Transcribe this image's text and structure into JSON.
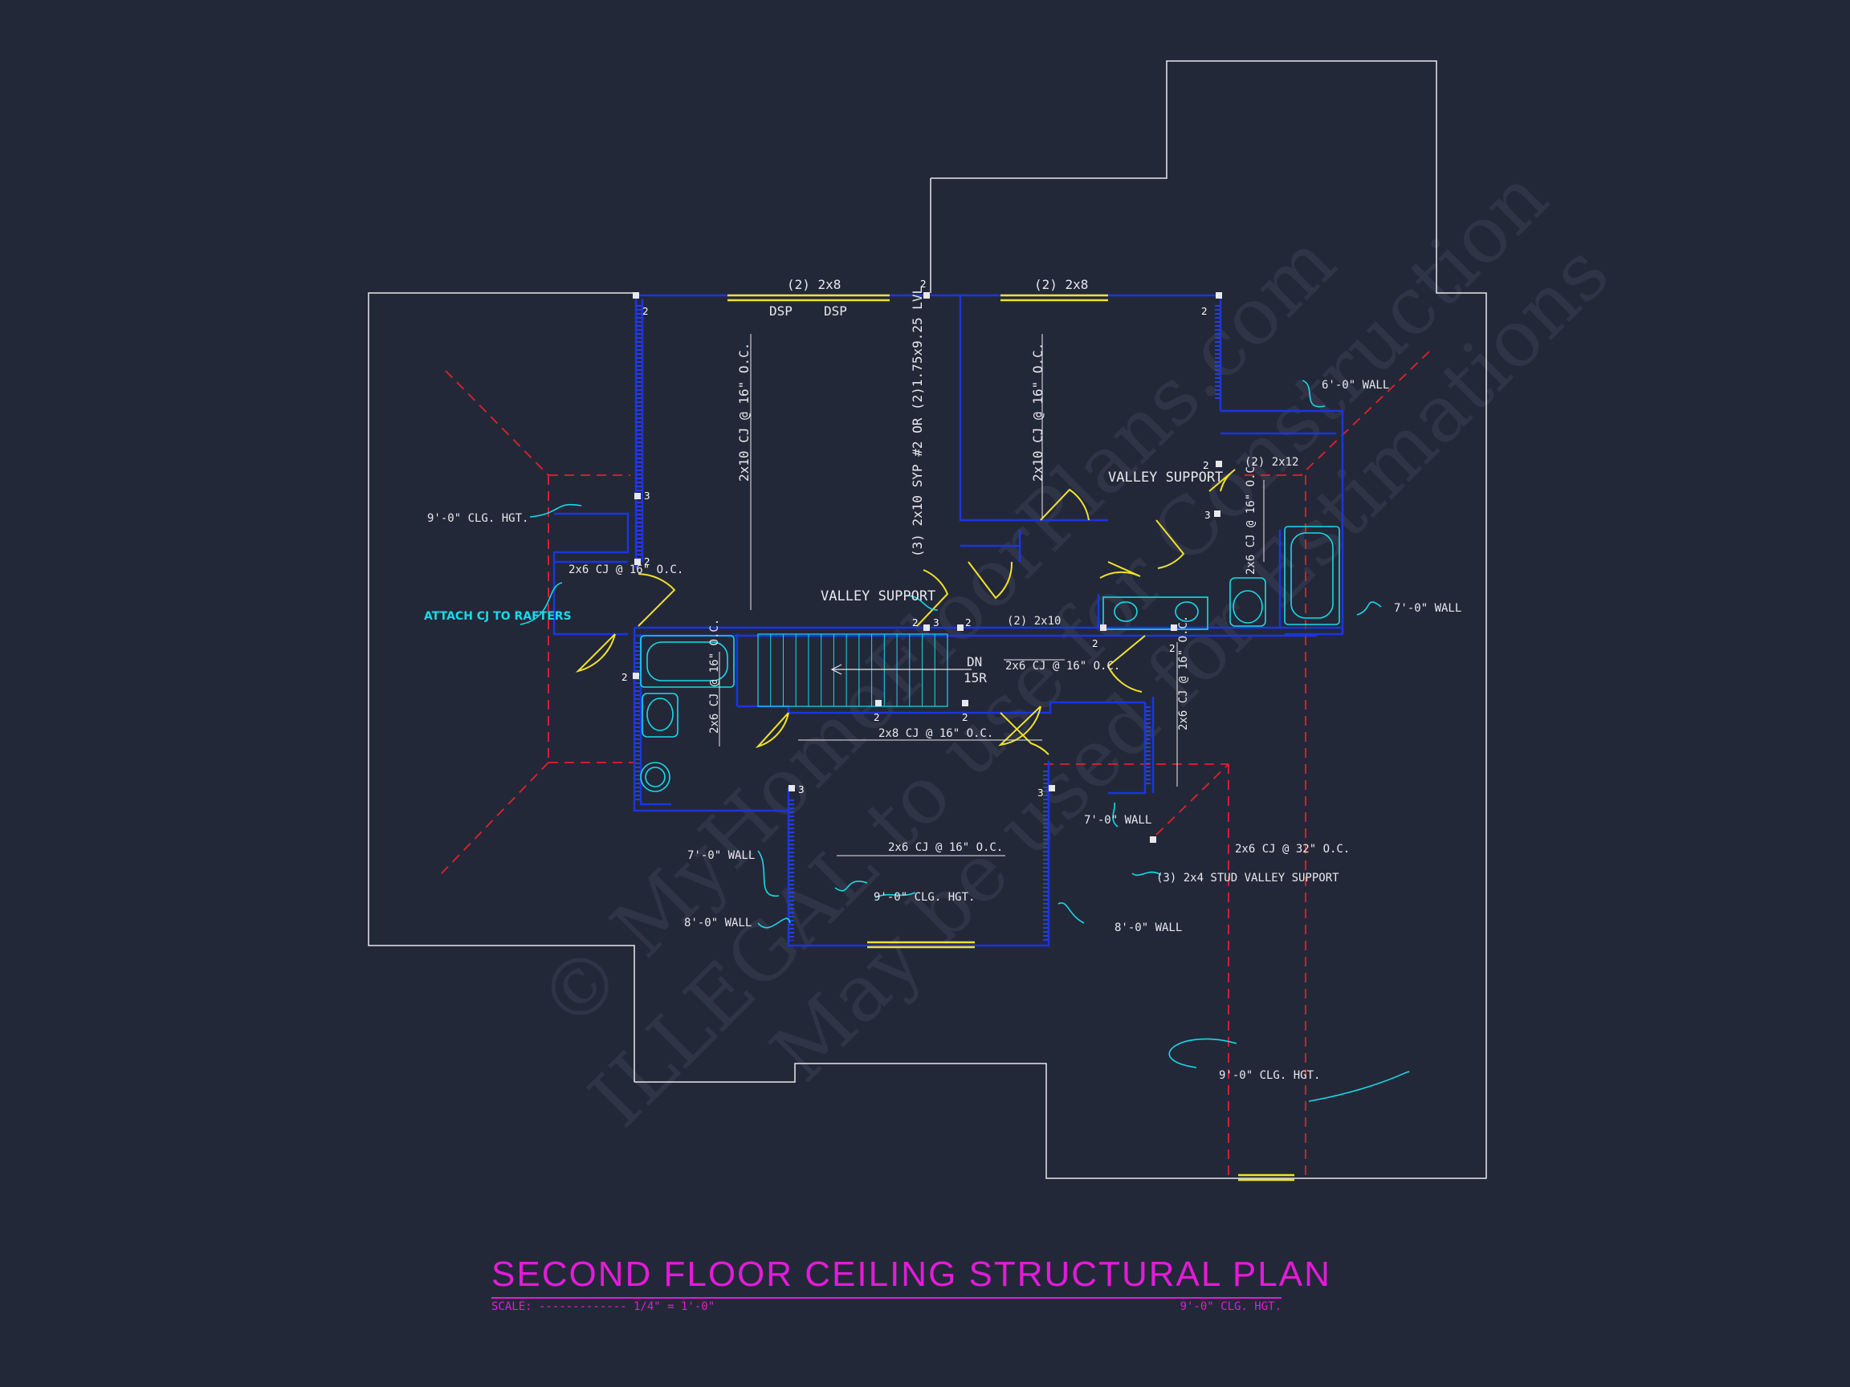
{
  "title": "SECOND FLOOR CEILING STRUCTURAL PLAN",
  "scale_label": "SCALE: ------------- 1/4\" = 1'-0\"",
  "title_ceiling_note": "9'-0\" CLG. HGT.",
  "watermark": {
    "line1": "© MyHomeFloorPlans.com",
    "line2": "ILLEGAL to use for Construction",
    "line3": "May be used for Estimations"
  },
  "labels": {
    "beam_top_left": "(2) 2x8",
    "dsp_1": "DSP",
    "dsp_2": "DSP",
    "beam_top_right": "(2) 2x8",
    "lvl_note": "(3) 2x10 SYP #2 OR (2)1.75x9.25 LVL",
    "cj_left_bedroom": "2x10 CJ @ 16\" O.C.",
    "cj_right_bedroom": "2x10 CJ @ 16\" O.C.",
    "valley_support_right": "VALLEY SUPPORT",
    "valley_support_center": "VALLEY SUPPORT",
    "wall_6ft": "6'-0\" WALL",
    "beam_2x12": "(2) 2x12",
    "cj_right_bath": "2x6 CJ @ 16\" O.C.",
    "wall_7ft_right": "7'-0\" WALL",
    "clg_left": "9'-0\" CLG. HGT.",
    "cj_left_closet": "2x6 CJ @ 16\" O.C.",
    "attach_cj": "ATTACH CJ TO RAFTERS",
    "beam_2x10": "(2) 2x10",
    "stair_dn": "DN",
    "stair_risers": "15R",
    "cj_stair": "2x6 CJ @ 16\" O.C.",
    "cj_left_bath": "2x6 CJ @ 16\" O.C.",
    "cj_hall": "2x8 CJ @ 16\" O.C.",
    "cj_right_hall": "2x6 CJ @ 16\" O.C.",
    "wall_7ft_center": "7'-0\" WALL",
    "wall_7ft_left": "7'-0\" WALL",
    "cj_bonus": "2x6 CJ @ 16\" O.C.",
    "clg_bonus": "9'-0\" CLG. HGT.",
    "wall_8ft_left": "8'-0\" WALL",
    "wall_8ft_right": "8'-0\" WALL",
    "cj_32": "2x6 CJ @ 32\" O.C.",
    "stud_valley": "(3) 2x4 STUD VALLEY SUPPORT",
    "clg_bottom": "9'-0\" CLG. HGT."
  },
  "post_numbers": {
    "p_tl": "2",
    "p_top_mid": "2",
    "p_tr": "2",
    "p_left_3": "3",
    "p_left_2": "2",
    "p_val_a": "2",
    "p_val_b": "3",
    "p_beam_l": "2",
    "p_beam_r": "2",
    "p_beam_c": "2",
    "p_bath_l": "2",
    "p_hall_a": "2",
    "p_hall_b": "2",
    "p_hall_c": "3",
    "p_hall_d": "3",
    "p_right_2": "2",
    "p_right_3": "3"
  }
}
